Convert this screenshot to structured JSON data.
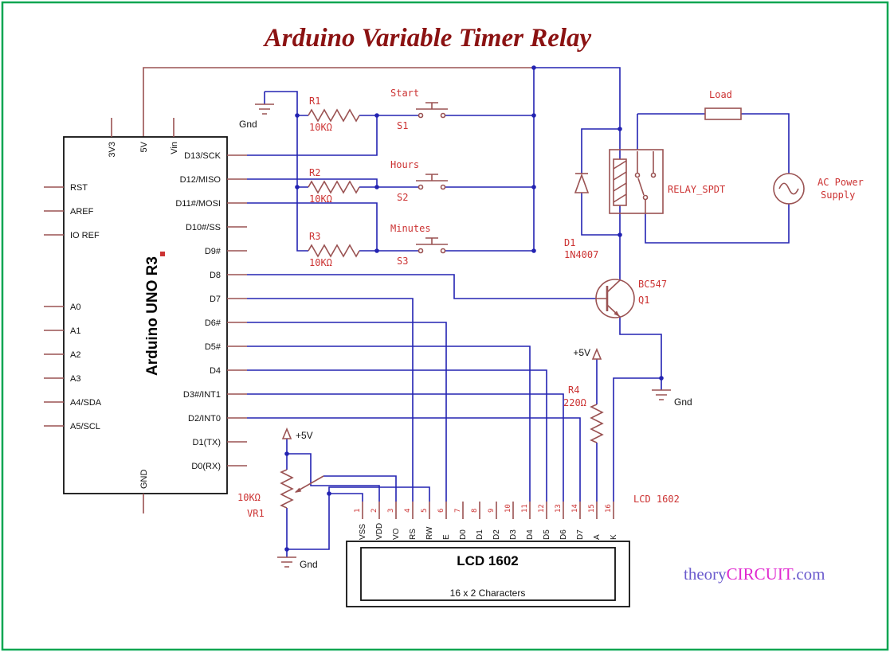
{
  "title": "Arduino Variable Timer Relay",
  "colors": {
    "border": "#00a651",
    "wire": "#2323b2",
    "component": "#9a5252",
    "label": "#cc3333",
    "title": "#8b1212",
    "text": "#111111",
    "site_blue": "#6a5acd",
    "site_pink": "#e02ad0"
  },
  "arduino": {
    "name": "Arduino UNO R3",
    "top_pins": [
      "3V3",
      "5V",
      "Vin"
    ],
    "right_pins": [
      "D13/SCK",
      "D12/MISO",
      "D11#/MOSI",
      "D10#/SS",
      "D9#",
      "D8",
      "D7",
      "D6#",
      "D5#",
      "D4",
      "D3#/INT1",
      "D2/INT0",
      "D1(TX)",
      "D0(RX)"
    ],
    "left_pins": [
      "RST",
      "AREF",
      "IO REF",
      "A0",
      "A1",
      "A2",
      "A3",
      "A4/SDA",
      "A5/SCL"
    ],
    "bottom_pin": "GND"
  },
  "rows": [
    {
      "resistor": "R1",
      "value": "10KΩ",
      "function": "Start",
      "switch": "S1"
    },
    {
      "resistor": "R2",
      "value": "10KΩ",
      "function": "Hours",
      "switch": "S2"
    },
    {
      "resistor": "R3",
      "value": "10KΩ",
      "function": "Minutes",
      "switch": "S3"
    }
  ],
  "power": {
    "v5": "+5V",
    "gnd": "Gnd"
  },
  "diode": {
    "ref": "D1",
    "part": "1N4007"
  },
  "transistor": {
    "part": "BC547",
    "ref": "Q1"
  },
  "relay": {
    "ref": "RELAY_SPDT"
  },
  "load": {
    "ref": "Load"
  },
  "ac": {
    "line1": "AC Power",
    "line2": "Supply"
  },
  "r4": {
    "ref": "R4",
    "value": "220Ω"
  },
  "vr1": {
    "value": "10KΩ",
    "ref": "VR1"
  },
  "lcd": {
    "name": "LCD 1602",
    "subtitle": "16 x 2 Characters",
    "ref": "LCD 1602",
    "numbers": [
      "1",
      "2",
      "3",
      "4",
      "5",
      "6",
      "7",
      "8",
      "9",
      "10",
      "11",
      "12",
      "13",
      "14",
      "15",
      "16"
    ],
    "pins": [
      "VSS",
      "VDD",
      "VO",
      "RS",
      "RW",
      "E",
      "D0",
      "D1",
      "D2",
      "D3",
      "D4",
      "D5",
      "D6",
      "D7",
      "A",
      "K"
    ]
  },
  "site": {
    "part1": "theory",
    "part2": "CIRCUIT",
    "part3": ".com"
  }
}
